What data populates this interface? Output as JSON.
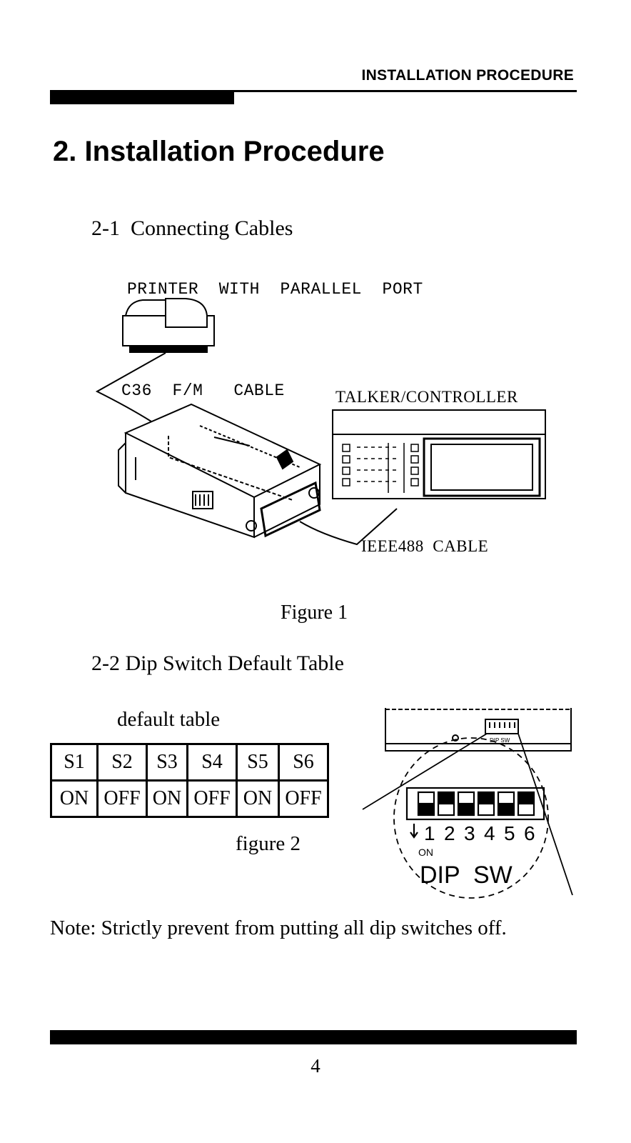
{
  "header": {
    "running_title": "INSTALLATION PROCEDURE"
  },
  "page_title": "2. Installation Procedure",
  "section_1": {
    "title": "2-1  Connecting Cables",
    "figure": {
      "label_printer": "PRINTER  WITH  PARALLEL  PORT",
      "label_cable_c36": "C36  F/M   CABLE",
      "label_talker": "TALKER/CONTROLLER",
      "label_ieee_cable": "IEEE488  CABLE",
      "caption": "Figure 1"
    }
  },
  "section_2": {
    "title": "2-2 Dip Switch Default Table",
    "table_caption": "default table",
    "table": {
      "headers": [
        "S1",
        "S2",
        "S3",
        "S4",
        "S5",
        "S6"
      ],
      "values": [
        "ON",
        "OFF",
        "ON",
        "OFF",
        "ON",
        "OFF"
      ]
    },
    "figure_caption": "figure 2",
    "diagram": {
      "switch_numbers": [
        "1",
        "2",
        "3",
        "4",
        "5",
        "6"
      ],
      "on_label": "ON",
      "dip_label": "DIP  SW"
    }
  },
  "note": "Note: Strictly prevent from putting all dip switches off.",
  "page_number": "4"
}
